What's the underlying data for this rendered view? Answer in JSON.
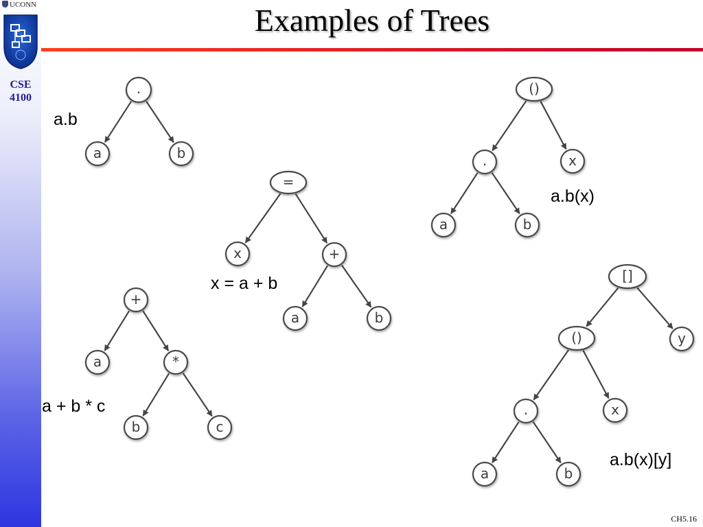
{
  "slide": {
    "title": "Examples of Trees",
    "course": [
      "CSE",
      "4100"
    ],
    "university": "UCONN",
    "slide_number": "CH5.16"
  },
  "trees": [
    {
      "expression": "a.b",
      "nodes": [
        {
          "id": "t1-dot",
          "label": "."
        },
        {
          "id": "t1-a",
          "label": "a"
        },
        {
          "id": "t1-b",
          "label": "b"
        }
      ],
      "edges": [
        [
          "t1-dot",
          "t1-a"
        ],
        [
          "t1-dot",
          "t1-b"
        ]
      ]
    },
    {
      "expression": "x = a + b",
      "nodes": [
        {
          "id": "t2-eq",
          "label": "="
        },
        {
          "id": "t2-x",
          "label": "x"
        },
        {
          "id": "t2-plus",
          "label": "+"
        },
        {
          "id": "t2-a",
          "label": "a"
        },
        {
          "id": "t2-b",
          "label": "b"
        }
      ],
      "edges": [
        [
          "t2-eq",
          "t2-x"
        ],
        [
          "t2-eq",
          "t2-plus"
        ],
        [
          "t2-plus",
          "t2-a"
        ],
        [
          "t2-plus",
          "t2-b"
        ]
      ]
    },
    {
      "expression": "a + b * c",
      "nodes": [
        {
          "id": "t3-plus",
          "label": "+"
        },
        {
          "id": "t3-a",
          "label": "a"
        },
        {
          "id": "t3-star",
          "label": "*"
        },
        {
          "id": "t3-b",
          "label": "b"
        },
        {
          "id": "t3-c",
          "label": "c"
        }
      ],
      "edges": [
        [
          "t3-plus",
          "t3-a"
        ],
        [
          "t3-plus",
          "t3-star"
        ],
        [
          "t3-star",
          "t3-b"
        ],
        [
          "t3-star",
          "t3-c"
        ]
      ]
    },
    {
      "expression": "a.b(x)",
      "nodes": [
        {
          "id": "t4-call",
          "label": "()"
        },
        {
          "id": "t4-dot",
          "label": "."
        },
        {
          "id": "t4-x",
          "label": "x"
        },
        {
          "id": "t4-a",
          "label": "a"
        },
        {
          "id": "t4-b",
          "label": "b"
        }
      ],
      "edges": [
        [
          "t4-call",
          "t4-dot"
        ],
        [
          "t4-call",
          "t4-x"
        ],
        [
          "t4-dot",
          "t4-a"
        ],
        [
          "t4-dot",
          "t4-b"
        ]
      ]
    },
    {
      "expression": "a.b(x)[y]",
      "nodes": [
        {
          "id": "t5-index",
          "label": "[]"
        },
        {
          "id": "t5-call",
          "label": "()"
        },
        {
          "id": "t5-y",
          "label": "y"
        },
        {
          "id": "t5-dot",
          "label": "."
        },
        {
          "id": "t5-x",
          "label": "x"
        },
        {
          "id": "t5-a",
          "label": "a"
        },
        {
          "id": "t5-b",
          "label": "b"
        }
      ],
      "edges": [
        [
          "t5-index",
          "t5-call"
        ],
        [
          "t5-index",
          "t5-y"
        ],
        [
          "t5-call",
          "t5-dot"
        ],
        [
          "t5-call",
          "t5-x"
        ],
        [
          "t5-dot",
          "t5-a"
        ],
        [
          "t5-dot",
          "t5-b"
        ]
      ]
    }
  ]
}
